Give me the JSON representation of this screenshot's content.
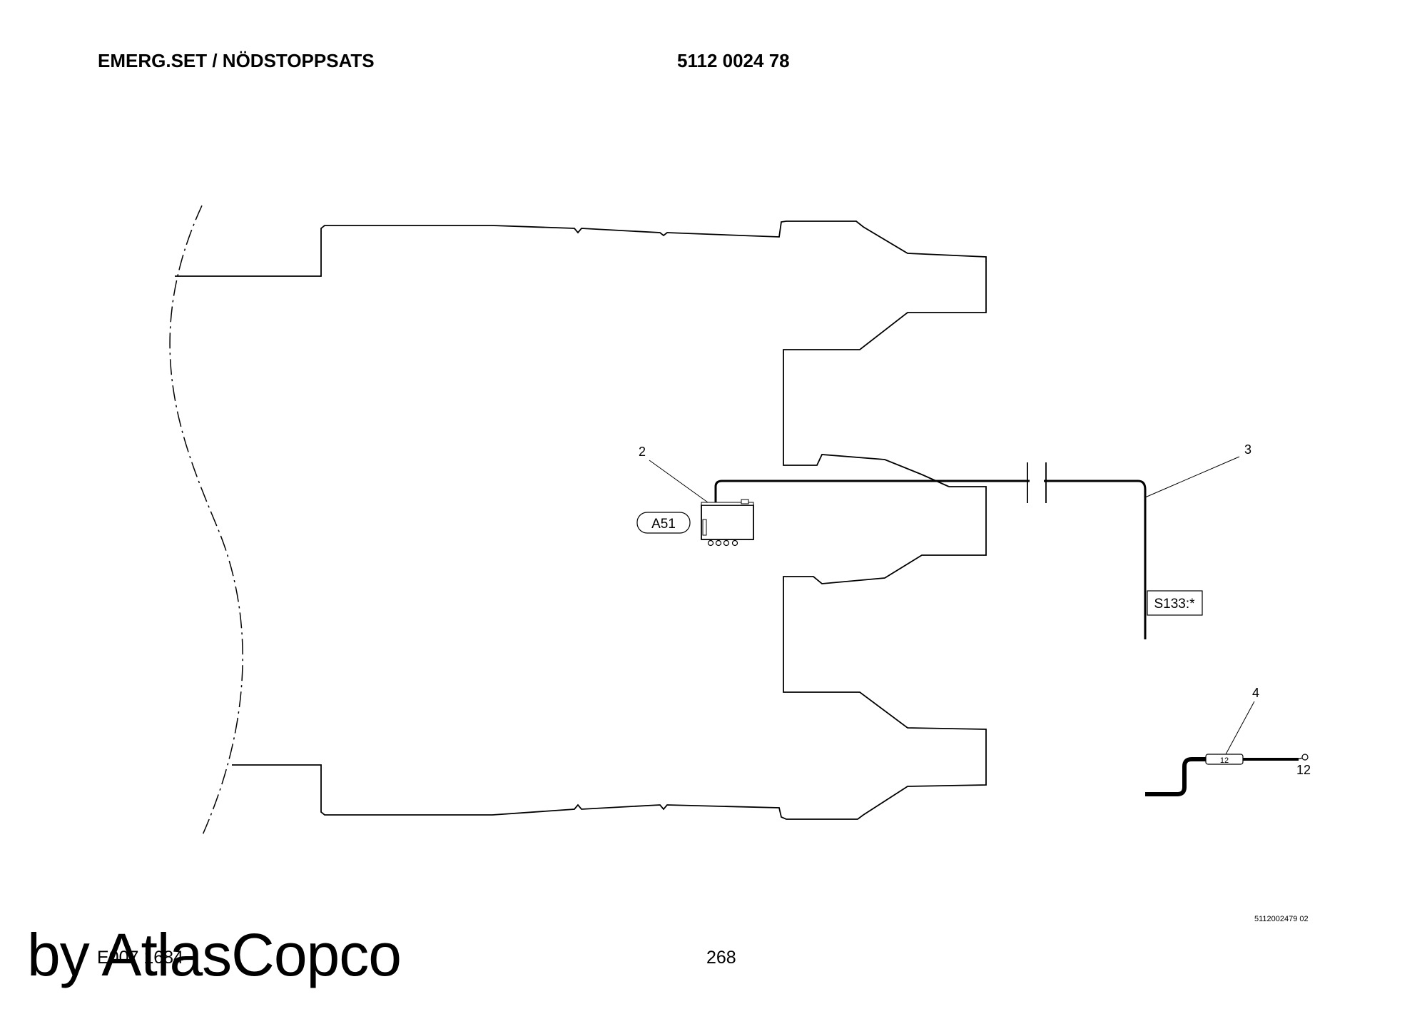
{
  "header": {
    "title": "EMERG.SET / NÖDSTOPPSATS",
    "part_number": "5112 0024 78"
  },
  "callouts": {
    "item_2": "2",
    "item_3": "3",
    "item_4": "4",
    "cable_end_label": "12",
    "cable_marker_label": "12"
  },
  "tags": {
    "controller": "A51",
    "switch": "S133:*"
  },
  "footer": {
    "ref_number": "E007 1684",
    "page_number": "268",
    "drawing_code": "5112002479 02",
    "watermark": "by AtlasCopco"
  }
}
